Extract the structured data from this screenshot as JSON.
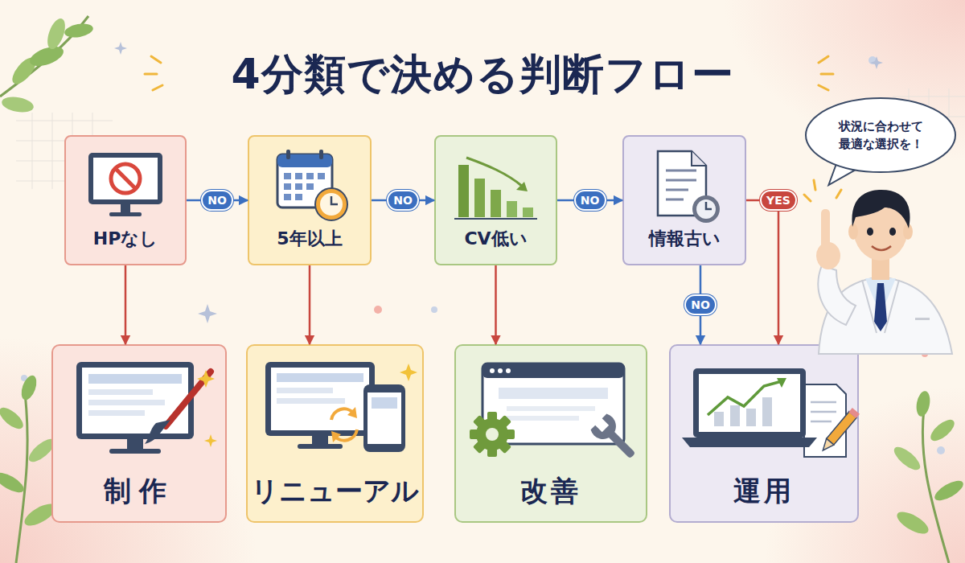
{
  "diagram": {
    "title": "4分類で決める判断フロー",
    "nodes": [
      {
        "text": [
          "HPなし"
        ]
      },
      {
        "text": [
          "5年以上"
        ]
      },
      {
        "text": [
          "CV低い"
        ]
      },
      {
        "text": [
          "情報古い"
        ]
      },
      {
        "text": [
          "制作"
        ]
      },
      {
        "text": [
          "リニューアル"
        ]
      },
      {
        "text": [
          "改善"
        ]
      },
      {
        "text": [
          "運用"
        ]
      },
      {
        "text": [
          "状況に合わせて 最適な選択を！"
        ]
      }
    ],
    "edges": [
      {
        "from": 0,
        "to": 1,
        "label": "NO",
        "arrow": "to"
      },
      {
        "from": 1,
        "to": 2,
        "label": "NO",
        "arrow": "to"
      },
      {
        "from": 2,
        "to": 3,
        "label": "NO",
        "arrow": "to"
      },
      {
        "from": 0,
        "to": 4,
        "arrow": "to"
      },
      {
        "from": 1,
        "to": 5,
        "arrow": "to"
      },
      {
        "from": 2,
        "to": 6,
        "arrow": "to"
      },
      {
        "from": 3,
        "to": 7,
        "label": "NO",
        "arrow": "to"
      },
      {
        "from": 3,
        "to": 7,
        "label": "YES",
        "arrow": "to"
      }
    ]
  }
}
